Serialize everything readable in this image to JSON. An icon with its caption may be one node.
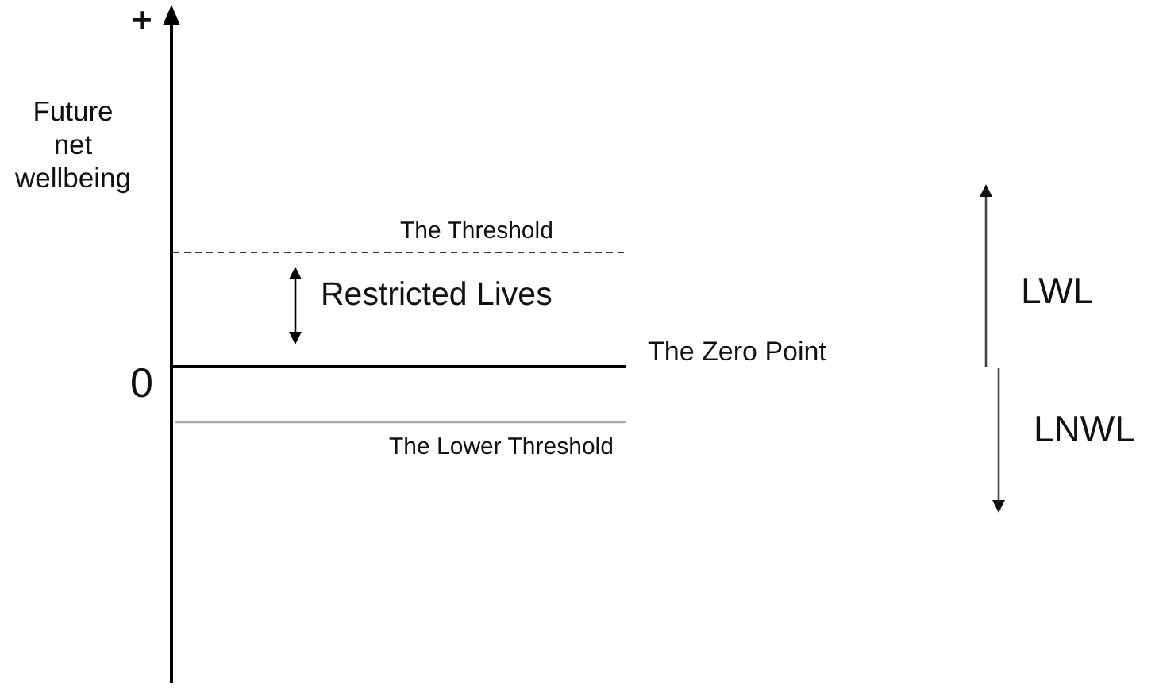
{
  "diagram": {
    "labels": [
      "+",
      "Future net wellbeing",
      "The Threshold",
      "Restricted Lives",
      "LWL",
      "The Zero Point",
      "0",
      "LNWL",
      "The Lower Threshold"
    ]
  }
}
